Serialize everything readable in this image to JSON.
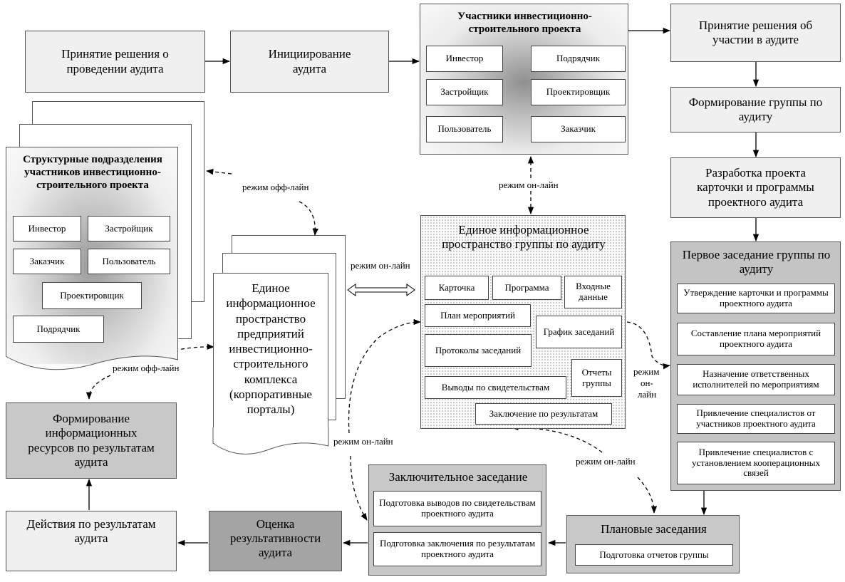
{
  "nodes": {
    "decision_audit": "Принятие решения о проведении аудита",
    "initiation": "Инициирование аудита",
    "decision_participation": "Принятие решения об участии в аудите",
    "form_group": "Формирование группы по аудиту",
    "develop_card": "Разработка проекта карточки и программы проектного аудита",
    "form_resources": "Формирование информационных ресурсов по результатам аудита",
    "actions": "Действия по результатам аудита",
    "evaluation": "Оценка результативности аудита"
  },
  "participants": {
    "title": "Участники инвестиционно-строительного проекта",
    "items": [
      "Инвестор",
      "Подрядчик",
      "Застройщик",
      "Проектировщик",
      "Пользователь",
      "Заказчик"
    ]
  },
  "structural": {
    "title": "Структурные подразделения участников инвестиционно-строительного проекта",
    "items": [
      "Инвестор",
      "Застройщик",
      "Заказчик",
      "Пользователь",
      "Проектировщик",
      "Подрядчик"
    ]
  },
  "enterprise_space": "Единое информационное пространство предприятий инвестиционно-строительного комплекса (корпоративные порталы)",
  "group_space": {
    "title": "Единое информационное пространство группы по аудиту",
    "items": [
      "Карточка",
      "Программа",
      "Входные данные",
      "План мероприятий",
      "График заседаний",
      "Протоколы заседаний",
      "Отчеты группы",
      "Выводы по свидетельствам",
      "Заключение по результатам"
    ]
  },
  "first_meeting": {
    "title": "Первое заседание группы по аудиту",
    "items": [
      "Утверждение карточки и программы проектного аудита",
      "Составление плана мероприятий проектного аудита",
      "Назначение ответственных исполнителей по мероприятиям",
      "Привлечение специалистов от участников проектного аудита",
      "Привлечение специалистов с установлением кооперационных связей"
    ]
  },
  "final_meeting": {
    "title": "Заключительное заседание",
    "items": [
      "Подготовка выводов по свидетельствам проектного аудита",
      "Подготовка заключения по результатам проектного аудита"
    ]
  },
  "planned_meetings": {
    "title": "Плановые заседания",
    "items": [
      "Подготовка отчетов группы"
    ]
  },
  "labels": {
    "offline_1": "режим офф-лайн",
    "online_1": "режим он-лайн",
    "online_2": "режим он-лайн",
    "offline_2": "режим офф-лайн",
    "online_3": "режим он-лайн",
    "online_4": "режим он-лайн",
    "online_5_l1": "режим",
    "online_5_l2": "он-",
    "online_5_l3": "лайн"
  }
}
